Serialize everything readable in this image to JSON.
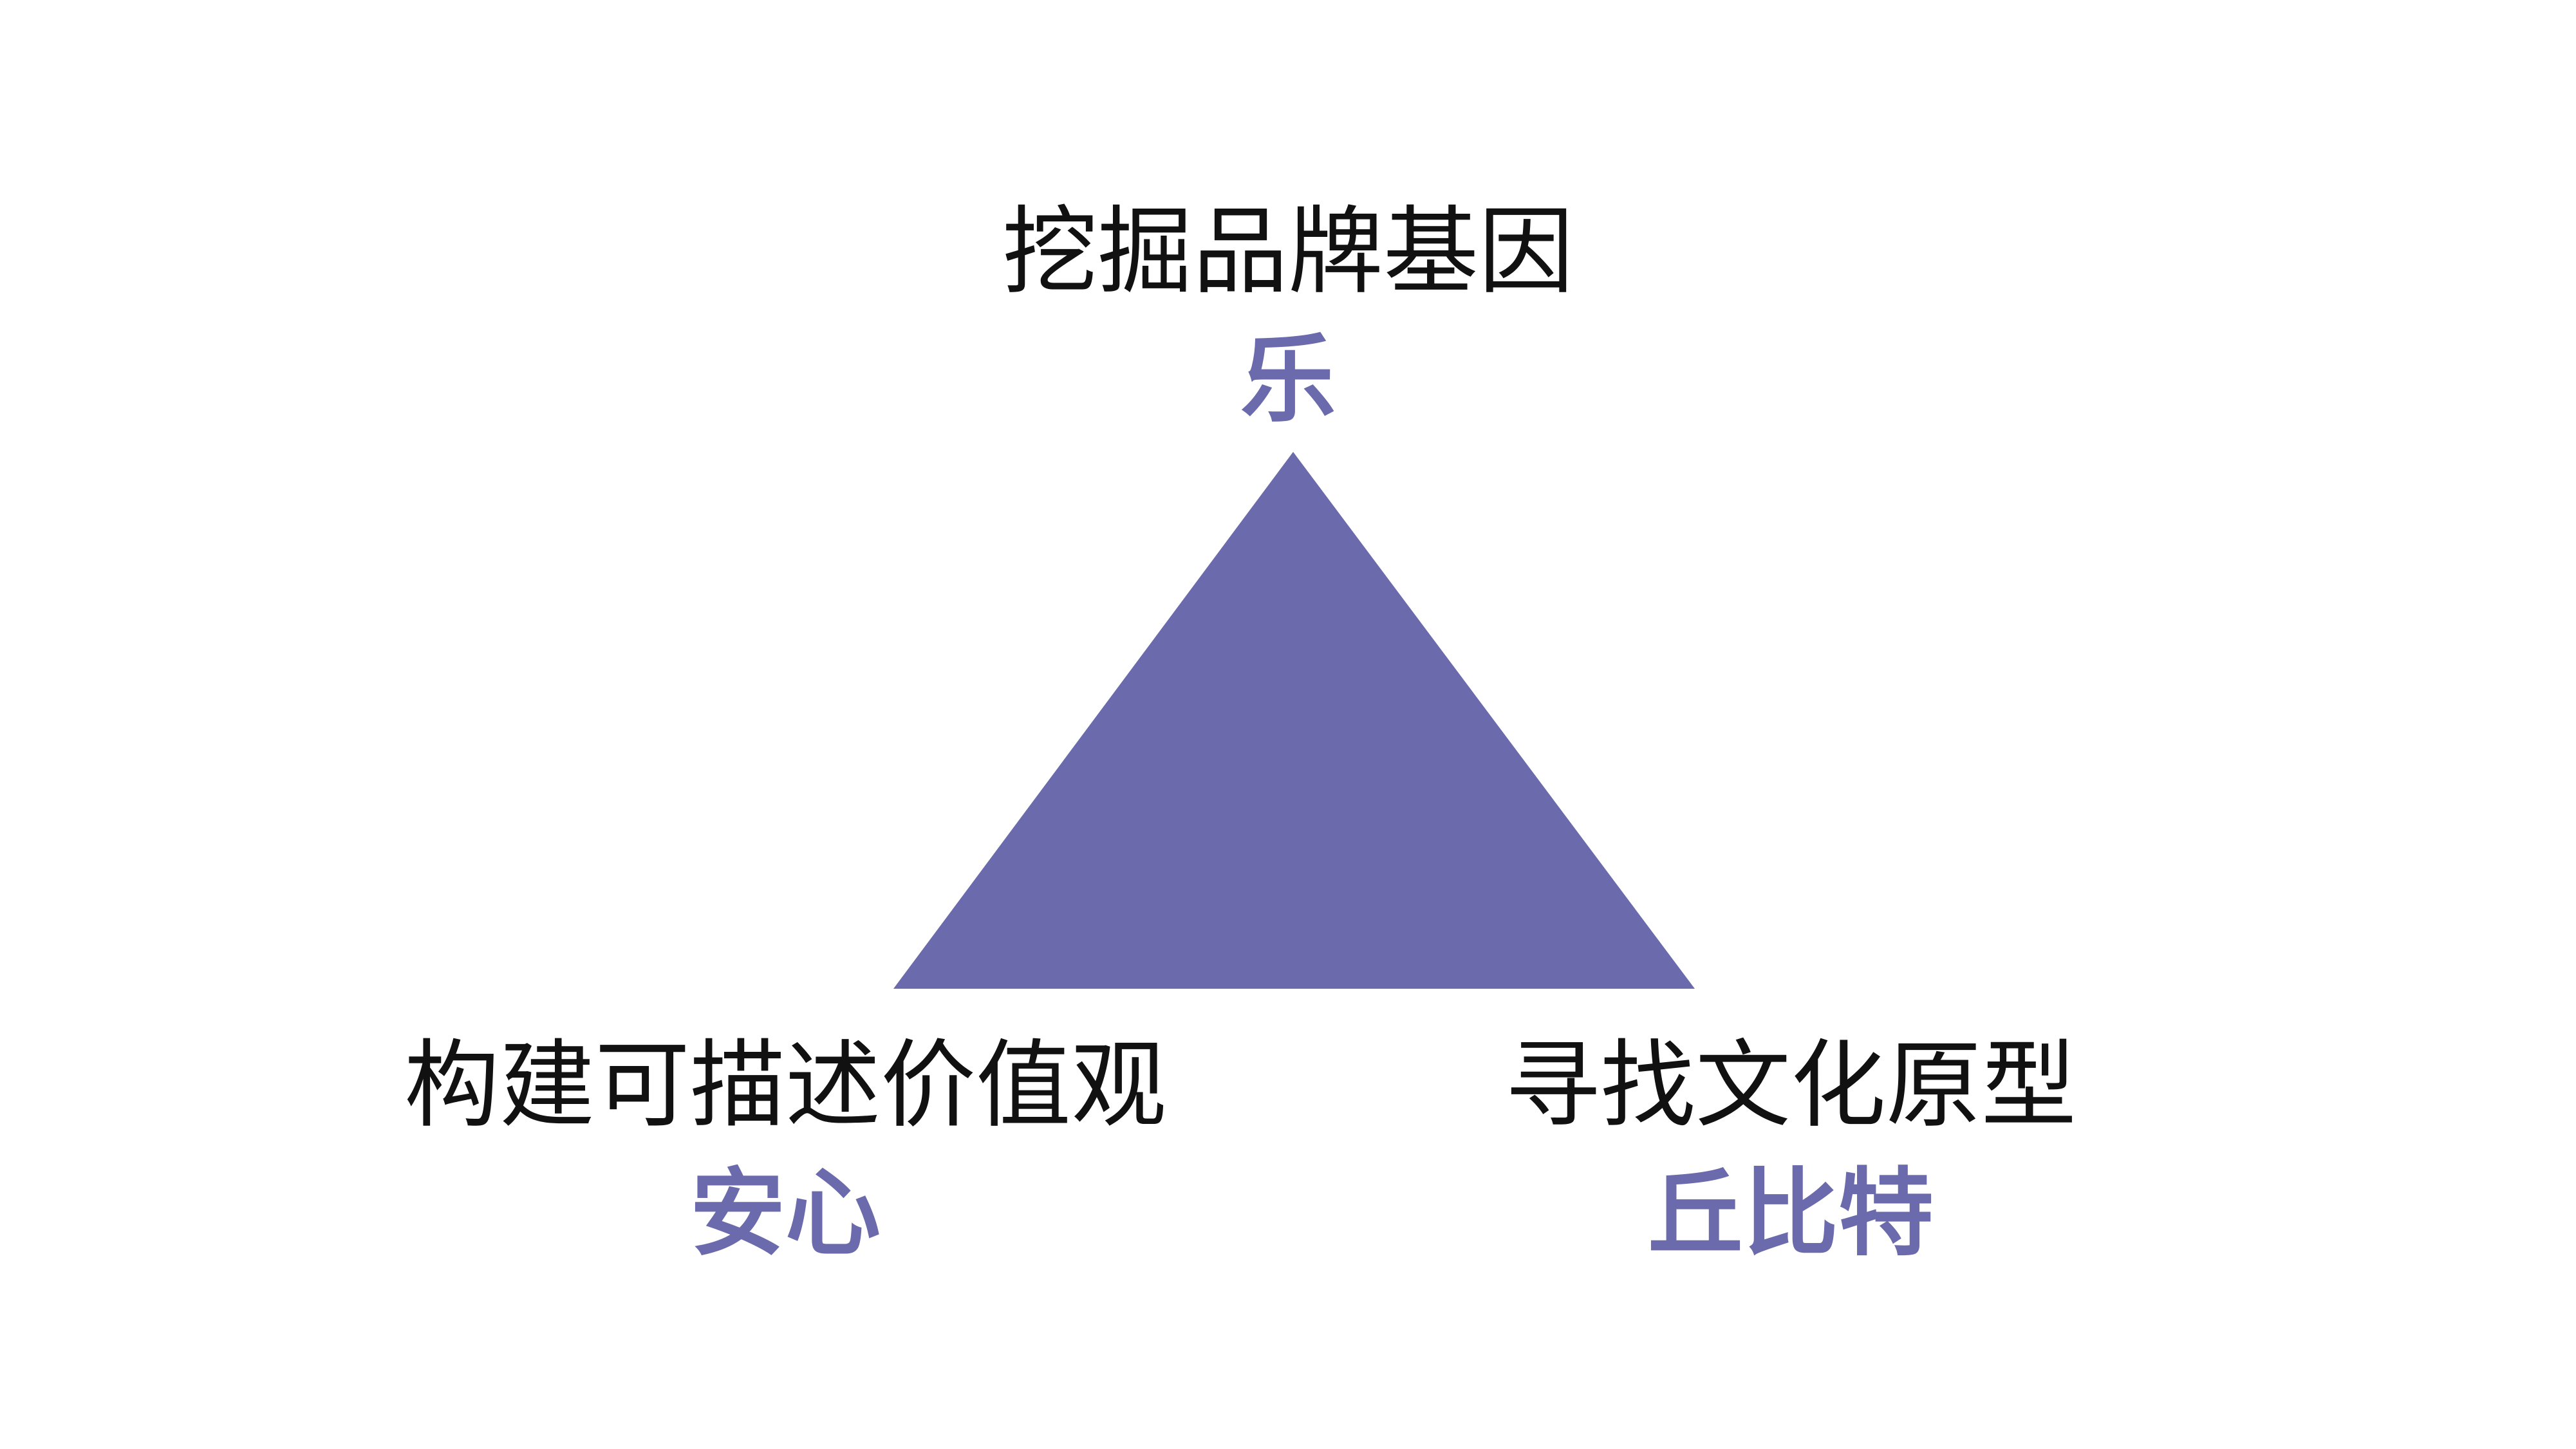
{
  "diagram": {
    "top": {
      "title": "挖掘品牌基因",
      "subtitle": "乐"
    },
    "left": {
      "title": "构建可描述价值观",
      "subtitle": "安心"
    },
    "right": {
      "title": "寻找文化原型",
      "subtitle": "丘比特"
    }
  },
  "colors": {
    "accent": "#6a6aad",
    "text": "#111111",
    "background": "#ffffff"
  }
}
